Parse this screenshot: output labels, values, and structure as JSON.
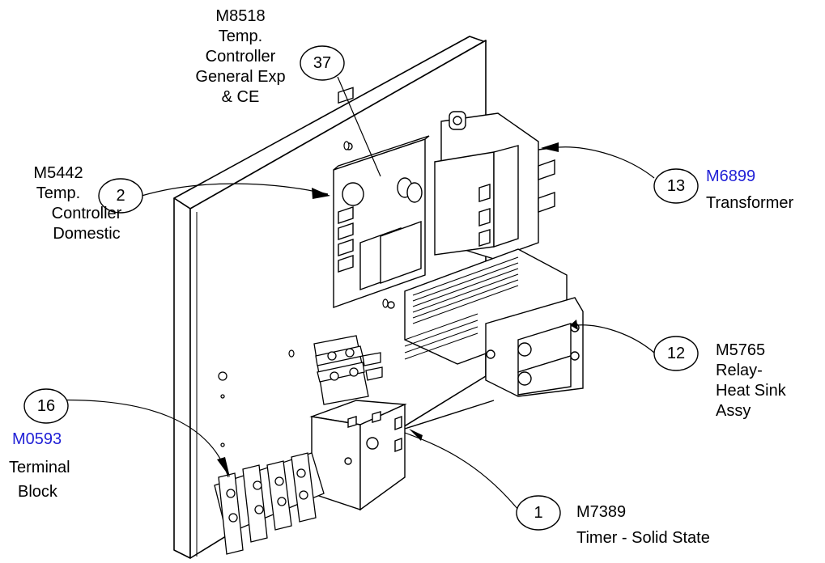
{
  "callouts": {
    "c37": {
      "number": "37",
      "lines": [
        "M8518",
        "Temp.",
        "Controller",
        "General Exp",
        "& CE"
      ]
    },
    "c2": {
      "number": "2",
      "lines": [
        "M5442",
        "Temp.",
        "Controller",
        "Domestic"
      ]
    },
    "c13": {
      "number": "13",
      "part": "M6899",
      "desc": "Transformer"
    },
    "c12": {
      "number": "12",
      "lines": [
        "M5765",
        "Relay-",
        "Heat Sink",
        "Assy"
      ]
    },
    "c16": {
      "number": "16",
      "part": "M0593",
      "desc": [
        "Terminal",
        "Block"
      ]
    },
    "c1": {
      "number": "1",
      "lines": [
        "M7389",
        "Timer - Solid State"
      ]
    }
  },
  "colors": {
    "link": "#1f1fd6",
    "line": "#000000"
  }
}
